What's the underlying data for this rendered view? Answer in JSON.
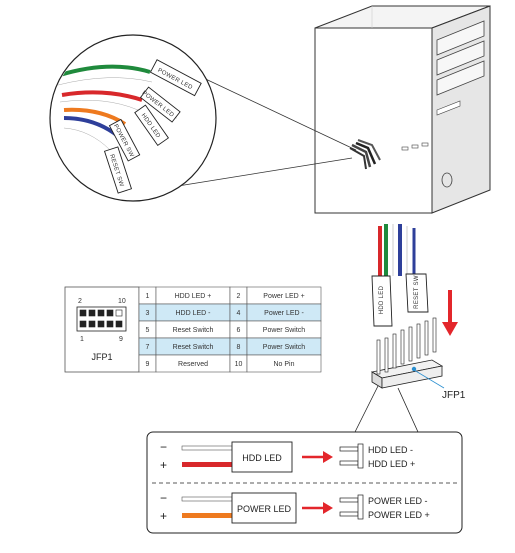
{
  "pin_table": {
    "header_name": "JFP1",
    "pin_numbers": {
      "top_left": "2",
      "top_right": "10",
      "bottom_left": "1",
      "bottom_right": "9"
    },
    "rows": [
      {
        "pin_a": "1",
        "signal_a": "HDD LED +",
        "pin_b": "2",
        "signal_b": "Power LED +",
        "highlight": false
      },
      {
        "pin_a": "3",
        "signal_a": "HDD LED -",
        "pin_b": "4",
        "signal_b": "Power LED -",
        "highlight": true
      },
      {
        "pin_a": "5",
        "signal_a": "Reset Switch",
        "pin_b": "6",
        "signal_b": "Power Switch",
        "highlight": false
      },
      {
        "pin_a": "7",
        "signal_a": "Reset Switch",
        "pin_b": "8",
        "signal_b": "Power Switch",
        "highlight": true
      },
      {
        "pin_a": "9",
        "signal_a": "Reserved",
        "pin_b": "10",
        "signal_b": "No Pin",
        "highlight": false
      }
    ]
  },
  "cable_connectors": {
    "power_led": "POWER LED",
    "power_led_dash": "POWER LED -",
    "hdd_led": "HDD LED",
    "power_sw": "POWER SW",
    "reset_sw": "RESET SW"
  },
  "mounted_connectors": {
    "left": "HDD LED",
    "right": "RESET SW"
  },
  "header_callout": "JFP1",
  "wiring": {
    "hdd": {
      "connector": "HDD LED",
      "minus": "−",
      "plus": "+",
      "pin_minus": "HDD LED -",
      "pin_plus": "HDD LED +"
    },
    "power": {
      "connector": "POWER LED",
      "minus": "−",
      "plus": "+",
      "pin_minus": "POWER LED -",
      "pin_plus": "POWER LED +"
    }
  },
  "colors": {
    "accent_red": "#e3262b",
    "highlight_blue": "#cfe9f6",
    "wire_green": "#1f8a3c",
    "wire_red": "#d8282b",
    "wire_orange": "#ee7a1f",
    "wire_blue": "#2e3f9a",
    "pin_mark_blue": "#2a8fd0"
  }
}
